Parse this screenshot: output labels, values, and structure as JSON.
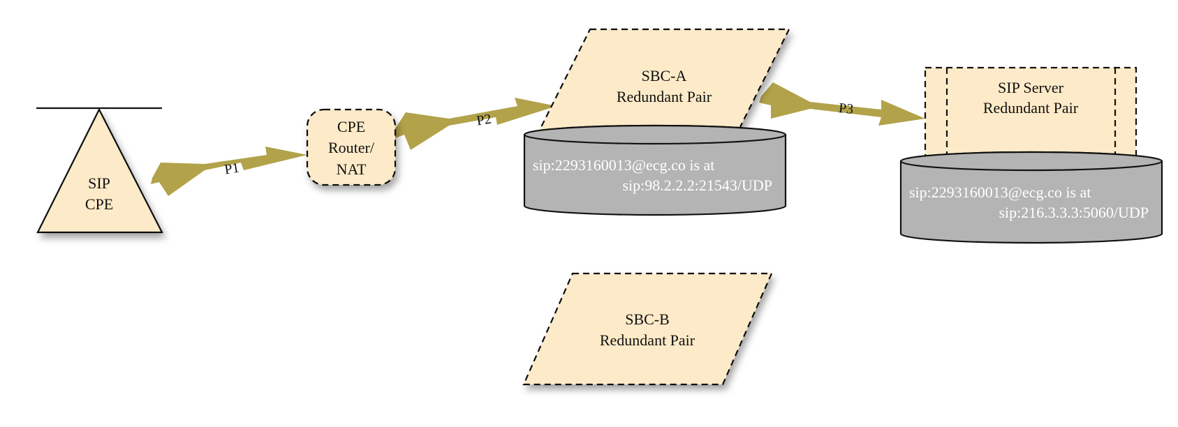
{
  "colors": {
    "node_fill": "#fdeac8",
    "database_fill": "#b4b4b4",
    "arrow": "#b2a24a",
    "stroke": "#111111",
    "database_text": "#ffffff"
  },
  "nodes": {
    "sip_cpe": {
      "line1": "SIP",
      "line2": "CPE"
    },
    "cpe_router": {
      "line1": "CPE",
      "line2": "Router/",
      "line3": "NAT"
    },
    "sbc_a": {
      "line1": "SBC-A",
      "line2": "Redundant Pair"
    },
    "sbc_b": {
      "line1": "SBC-B",
      "line2": "Redundant Pair"
    },
    "sip_server": {
      "line1": "SIP Server",
      "line2": "Redundant Pair"
    }
  },
  "databases": {
    "sbc_a_db": {
      "line1": "sip:2293160013@ecg.co is at",
      "line2": "sip:98.2.2.2:21543/UDP"
    },
    "sip_server_db": {
      "line1": "sip:2293160013@ecg.co is at",
      "line2": "sip:216.3.3.3:5060/UDP"
    }
  },
  "edges": {
    "p1": {
      "label": "P1"
    },
    "p2": {
      "label": "P2"
    },
    "p3": {
      "label": "P3"
    }
  }
}
